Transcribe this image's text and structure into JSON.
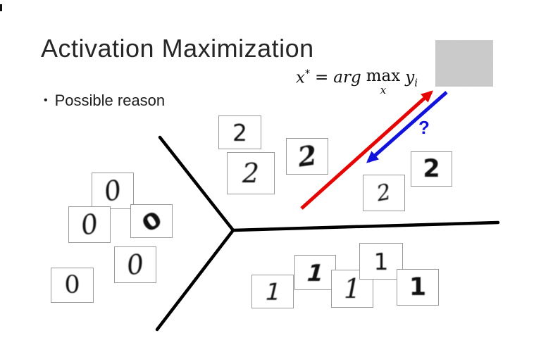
{
  "slide": {
    "title": "Activation Maximization",
    "bullet_glyph": "•",
    "bullet_text": "Possible reason"
  },
  "formula": {
    "x": "x",
    "star": "*",
    "equals": "=",
    "arg": "arg",
    "max": "max",
    "max_sub": "x",
    "y": "y",
    "y_sub": "i"
  },
  "annotation": {
    "question_mark": "?"
  },
  "colors": {
    "boundary": "#000000",
    "red_arrow": "#e60505",
    "blue_arrow": "#1212dd",
    "digit_ink": "#111111",
    "box_border": "#999999"
  },
  "regions": {
    "zeros": {
      "digits": [
        "0",
        "0",
        "0",
        "0",
        "0"
      ]
    },
    "twos": {
      "digits": [
        "2",
        "2",
        "2",
        "2",
        "2"
      ]
    },
    "ones": {
      "digits": [
        "1",
        "1",
        "1",
        "1",
        "1"
      ]
    }
  }
}
